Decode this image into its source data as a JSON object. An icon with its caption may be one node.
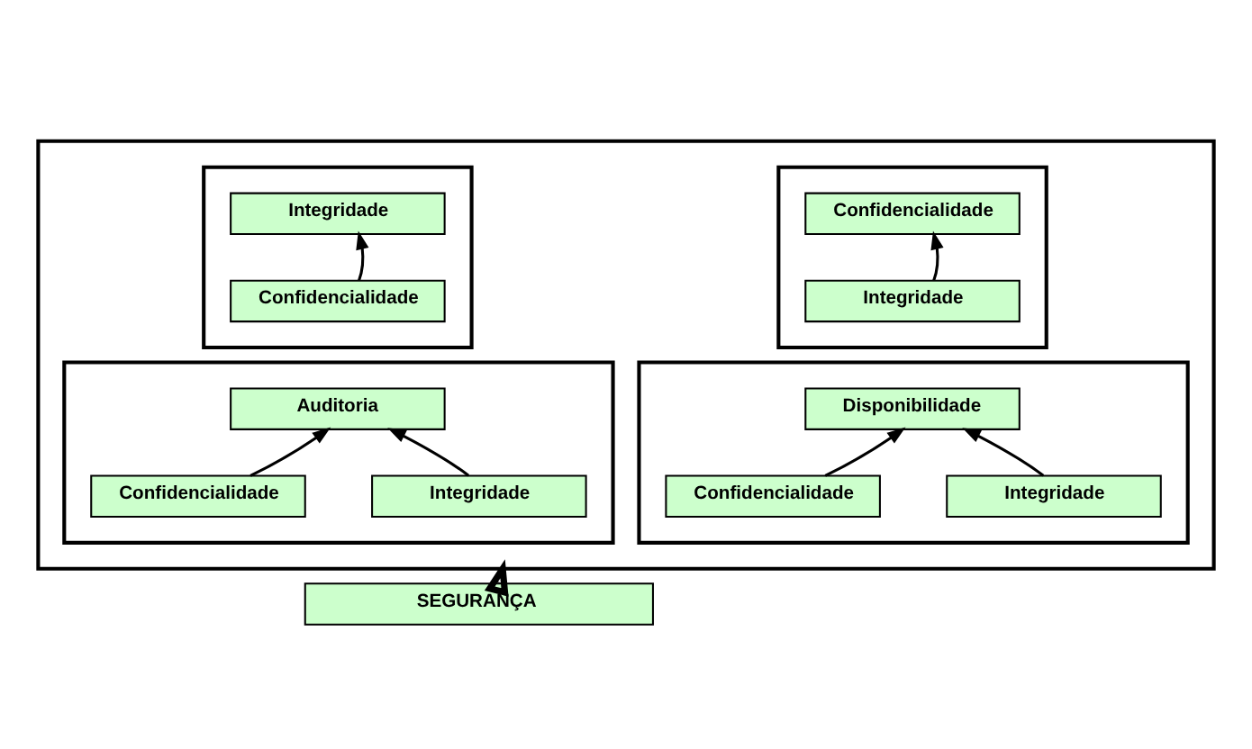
{
  "diagram": {
    "nodes": [
      {
        "text": [],
        "shape": "box"
      },
      {
        "text": [],
        "shape": "box",
        "in": 0
      },
      {
        "text": [
          "Confidencialidade"
        ],
        "in": 1
      },
      {
        "text": [
          "Integridade"
        ],
        "in": 1
      },
      {
        "text": [],
        "shape": "box",
        "in": 0
      },
      {
        "text": [
          "Integridade"
        ],
        "in": 4
      },
      {
        "text": [
          "Confidencialidade"
        ],
        "in": 4
      },
      {
        "text": [],
        "shape": "box",
        "in": 0
      },
      {
        "text": [
          "Disponibilidade"
        ],
        "in": 7
      },
      {
        "text": [
          "Confidencialidade"
        ],
        "in": 7
      },
      {
        "text": [
          "Integridade"
        ],
        "in": 7
      },
      {
        "text": [],
        "shape": "box",
        "in": 0
      },
      {
        "text": [
          "Auditoria"
        ],
        "in": 11
      },
      {
        "text": [
          "Confidencialidade"
        ],
        "in": 11
      },
      {
        "text": [
          "Integridade"
        ],
        "in": 11
      },
      {
        "text": [
          "SEGURANÇA"
        ]
      }
    ],
    "edges": [
      {
        "from": 3,
        "to": 2,
        "arrow": "to"
      },
      {
        "from": 6,
        "to": 5,
        "arrow": "to"
      },
      {
        "from": 9,
        "to": 8,
        "arrow": "to"
      },
      {
        "from": 10,
        "to": 8,
        "arrow": "to"
      },
      {
        "from": 13,
        "to": 12,
        "arrow": "to"
      },
      {
        "from": 14,
        "to": 12,
        "arrow": "to"
      },
      {
        "from": 15,
        "to": 0,
        "arrow": "to",
        "style": "thick"
      }
    ]
  }
}
